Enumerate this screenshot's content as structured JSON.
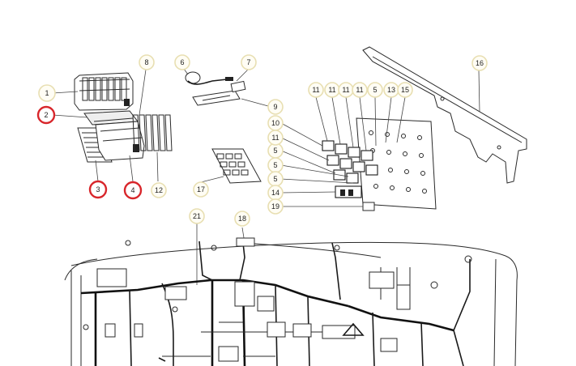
{
  "callouts": [
    {
      "id": "c1",
      "label": "1",
      "highlight": false
    },
    {
      "id": "c2",
      "label": "2",
      "highlight": true
    },
    {
      "id": "c3",
      "label": "3",
      "highlight": true
    },
    {
      "id": "c4",
      "label": "4",
      "highlight": true
    },
    {
      "id": "c5a",
      "label": "5",
      "highlight": false
    },
    {
      "id": "c5b",
      "label": "5",
      "highlight": false
    },
    {
      "id": "c5c",
      "label": "5",
      "highlight": false
    },
    {
      "id": "c5d",
      "label": "5",
      "highlight": false
    },
    {
      "id": "c6",
      "label": "6",
      "highlight": false
    },
    {
      "id": "c7",
      "label": "7",
      "highlight": false
    },
    {
      "id": "c8",
      "label": "8",
      "highlight": false
    },
    {
      "id": "c9",
      "label": "9",
      "highlight": false
    },
    {
      "id": "c10",
      "label": "10",
      "highlight": false
    },
    {
      "id": "c11a",
      "label": "11",
      "highlight": false
    },
    {
      "id": "c11b",
      "label": "11",
      "highlight": false
    },
    {
      "id": "c11c",
      "label": "11",
      "highlight": false
    },
    {
      "id": "c11d",
      "label": "11",
      "highlight": false
    },
    {
      "id": "c11e",
      "label": "11",
      "highlight": false
    },
    {
      "id": "c12",
      "label": "12",
      "highlight": false
    },
    {
      "id": "c13",
      "label": "13",
      "highlight": false
    },
    {
      "id": "c14",
      "label": "14",
      "highlight": false
    },
    {
      "id": "c15",
      "label": "15",
      "highlight": false
    },
    {
      "id": "c16",
      "label": "16",
      "highlight": false
    },
    {
      "id": "c17",
      "label": "17",
      "highlight": false
    },
    {
      "id": "c18",
      "label": "18",
      "highlight": false
    },
    {
      "id": "c19",
      "label": "19",
      "highlight": false
    },
    {
      "id": "c21",
      "label": "21",
      "highlight": false
    }
  ],
  "colors": {
    "highlight_ring": "#d8262b",
    "callout_ring": "#e8dfb2",
    "line": "#2a2a2a"
  }
}
